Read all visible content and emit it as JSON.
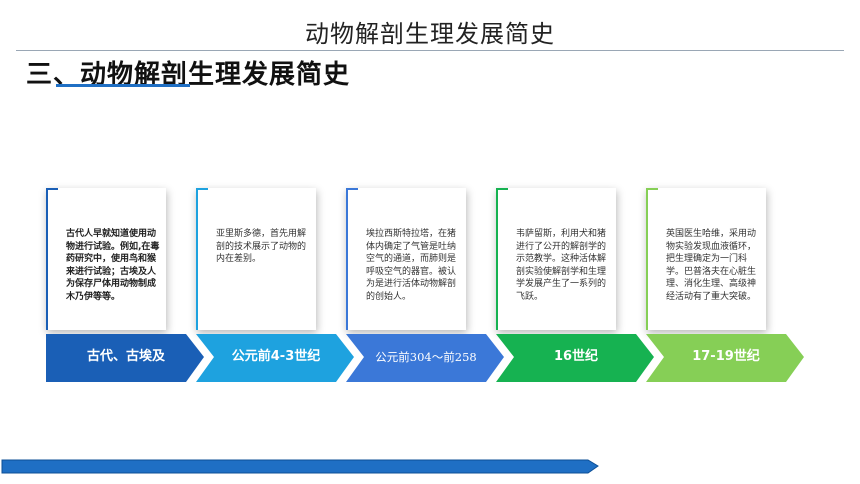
{
  "slide": {
    "header_title": "动物解剖生理发展简史",
    "section_title": "三、动物解剖生理发展简史"
  },
  "timeline": {
    "colors": [
      "#1a5fb6",
      "#1ea2df",
      "#3b78d8",
      "#16b251",
      "#86cf56"
    ],
    "stages": [
      {
        "label": "古代、古埃及",
        "text": "古代人早就知道使用动物进行试验。例如,在毒药研究中，使用鸟和猴来进行试验；古埃及人为保存尸体用动物制成木乃伊等等。"
      },
      {
        "label": "公元前4-3世纪",
        "text": "亚里斯多德，首先用解剖的技术展示了动物的内在差别。"
      },
      {
        "label": "公元前304～前258",
        "text": "埃拉西斯特拉塔，在猪体内确定了气管是吐纳空气的通道，而肺则是呼吸空气的器官。被认为是进行活体动物解剖的创始人。"
      },
      {
        "label": "16世纪",
        "text": "韦萨留斯，利用犬和猪进行了公开的解剖学的示范教学。这种活体解剖实验使解剖学和生理学发展产生了一系列的飞跃。"
      },
      {
        "label": "17-19世纪",
        "text": "英国医生哈维，采用动物实验发现血液循环，把生理确定为一门科学。巴普洛夫在心脏生理、消化生理、高级神经活动有了重大突破。"
      }
    ]
  }
}
